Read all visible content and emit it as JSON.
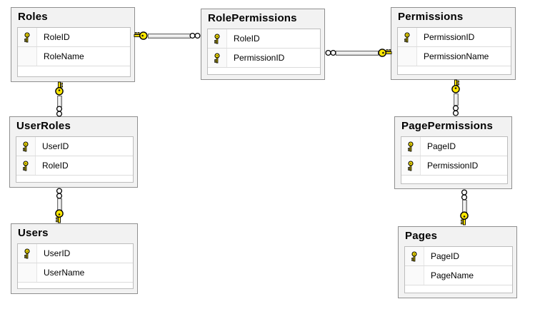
{
  "diagram": {
    "background_color": "#ffffff",
    "key_icon_color": "#ffe800",
    "tables": [
      {
        "title": "Roles",
        "fields": [
          {
            "name": "RoleID",
            "is_primary_key": true
          },
          {
            "name": "RoleName",
            "is_primary_key": false
          }
        ]
      },
      {
        "title": "RolePermissions",
        "fields": [
          {
            "name": "RoleID",
            "is_primary_key": true
          },
          {
            "name": "PermissionID",
            "is_primary_key": true
          }
        ]
      },
      {
        "title": "Permissions",
        "fields": [
          {
            "name": "PermissionID",
            "is_primary_key": true
          },
          {
            "name": "PermissionName",
            "is_primary_key": false
          }
        ]
      },
      {
        "title": "UserRoles",
        "fields": [
          {
            "name": "UserID",
            "is_primary_key": true
          },
          {
            "name": "RoleID",
            "is_primary_key": true
          }
        ]
      },
      {
        "title": "PagePermissions",
        "fields": [
          {
            "name": "PageID",
            "is_primary_key": true
          },
          {
            "name": "PermissionID",
            "is_primary_key": true
          }
        ]
      },
      {
        "title": "Users",
        "fields": [
          {
            "name": "UserID",
            "is_primary_key": true
          },
          {
            "name": "UserName",
            "is_primary_key": false
          }
        ]
      },
      {
        "title": "Pages",
        "fields": [
          {
            "name": "PageID",
            "is_primary_key": true
          },
          {
            "name": "PageName",
            "is_primary_key": false
          }
        ]
      }
    ],
    "relationships": [
      {
        "one": "Roles",
        "many": "RolePermissions",
        "one_end_symbol": "key",
        "many_end_symbol": "infinity"
      },
      {
        "one": "Permissions",
        "many": "RolePermissions",
        "one_end_symbol": "key",
        "many_end_symbol": "infinity"
      },
      {
        "one": "Roles",
        "many": "UserRoles",
        "one_end_symbol": "key",
        "many_end_symbol": "infinity"
      },
      {
        "one": "Users",
        "many": "UserRoles",
        "one_end_symbol": "key",
        "many_end_symbol": "infinity"
      },
      {
        "one": "Permissions",
        "many": "PagePermissions",
        "one_end_symbol": "key",
        "many_end_symbol": "infinity"
      },
      {
        "one": "Pages",
        "many": "PagePermissions",
        "one_end_symbol": "key",
        "many_end_symbol": "infinity"
      }
    ]
  }
}
